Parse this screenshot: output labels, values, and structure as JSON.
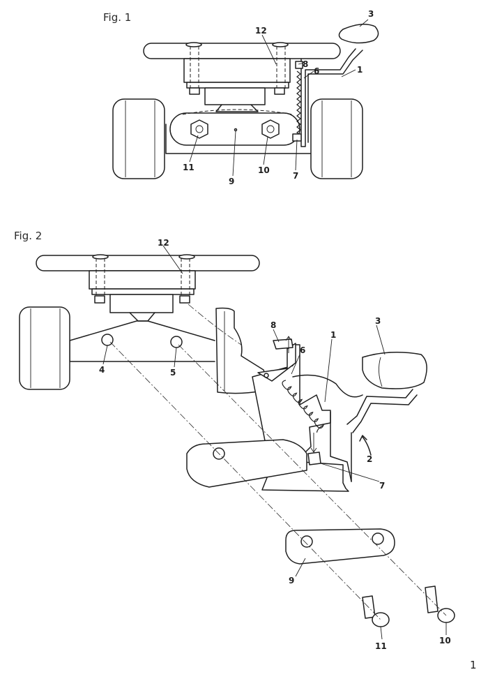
{
  "figures": [
    {
      "id": "fig1",
      "title": "Fig. 1"
    },
    {
      "id": "fig2",
      "title": "Fig. 2"
    }
  ],
  "references": {
    "fig1": [
      "3",
      "12",
      "8",
      "6",
      "1",
      "11",
      "10",
      "9",
      "7"
    ],
    "fig2": [
      "12",
      "8",
      "1",
      "3",
      "6",
      "4",
      "5",
      "2",
      "7",
      "9",
      "11",
      "10"
    ]
  },
  "page_number": "1"
}
